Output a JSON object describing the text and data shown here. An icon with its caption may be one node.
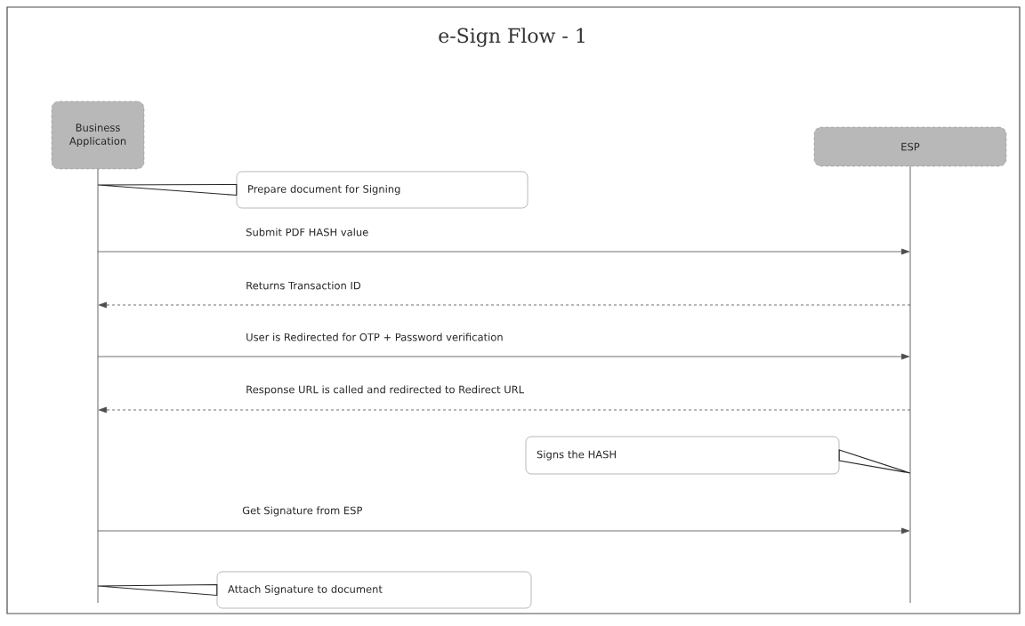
{
  "diagram": {
    "title": "e-Sign Flow - 1",
    "nodes": [
      {
        "text": [
          "Business Application"
        ]
      },
      {
        "text": [
          "ESP"
        ]
      },
      {
        "text": [
          "Prepare document for Signing"
        ]
      },
      {
        "text": [
          "Signs the HASH"
        ]
      },
      {
        "text": [
          "Attach Signature to document"
        ]
      }
    ],
    "edges": [
      {
        "from": 2,
        "to": 0,
        "arrow": "none"
      },
      {
        "from": 0,
        "to": 1,
        "arrow": "to",
        "label": "Submit PDF HASH value"
      },
      {
        "from": 1,
        "to": 0,
        "arrow": "to",
        "style": "dashed",
        "label": "Returns Transaction ID"
      },
      {
        "from": 0,
        "to": 1,
        "arrow": "to",
        "label": "User is Redirected for OTP + Password verification"
      },
      {
        "from": 1,
        "to": 0,
        "arrow": "to",
        "style": "dashed",
        "label": "Response URL is called and redirected to Redirect URL"
      },
      {
        "from": 3,
        "to": 1,
        "arrow": "none"
      },
      {
        "from": 0,
        "to": 1,
        "arrow": "to",
        "label": "Get Signature from ESP"
      },
      {
        "from": 4,
        "to": 0,
        "arrow": "none"
      }
    ]
  }
}
